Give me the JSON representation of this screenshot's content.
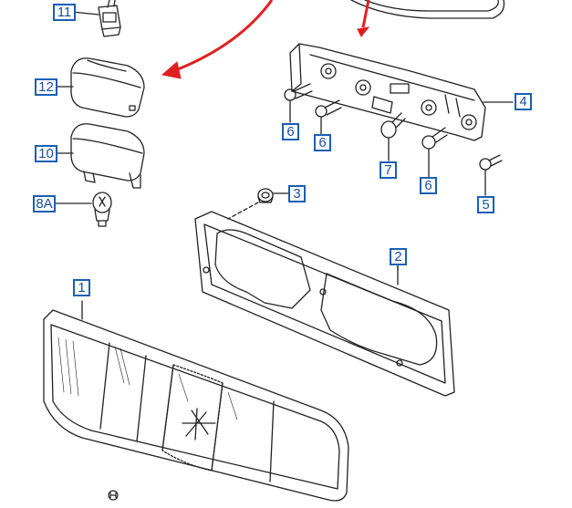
{
  "diagram": {
    "callouts": [
      {
        "id": "11",
        "label": "11"
      },
      {
        "id": "12",
        "label": "12"
      },
      {
        "id": "10",
        "label": "10"
      },
      {
        "id": "8A",
        "label": "8A"
      },
      {
        "id": "1",
        "label": "1"
      },
      {
        "id": "2",
        "label": "2"
      },
      {
        "id": "3",
        "label": "3"
      },
      {
        "id": "4",
        "label": "4"
      },
      {
        "id": "5",
        "label": "5"
      },
      {
        "id": "6a",
        "label": "6"
      },
      {
        "id": "6b",
        "label": "6"
      },
      {
        "id": "6c",
        "label": "6"
      },
      {
        "id": "7",
        "label": "7"
      }
    ],
    "arrow_color": "#e02020",
    "callout_color": "#1a5fb4"
  }
}
